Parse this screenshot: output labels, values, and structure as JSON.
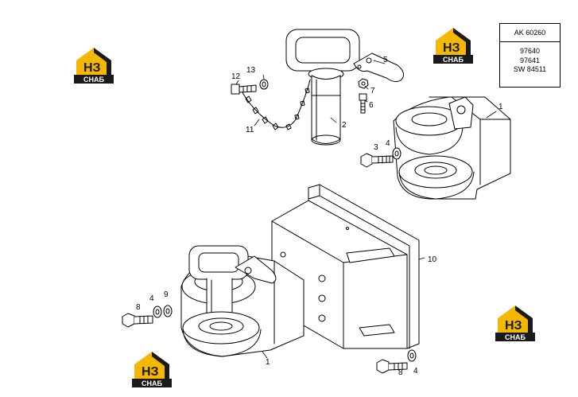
{
  "reference_box": {
    "header": "AK 60260",
    "codes": [
      "97640",
      "97641",
      "SW 84511"
    ]
  },
  "logo": {
    "top_letters": "НЗ",
    "bottom_text": "СНАБ",
    "accent_color": "#f5b800",
    "dark_color": "#1a1a1a"
  },
  "callouts": {
    "c1_top": "1",
    "c2": "2",
    "c3": "3",
    "c4_top": "4",
    "c5": "5",
    "c6": "6",
    "c7": "7",
    "c11": "11",
    "c12": "12",
    "c13": "13",
    "c10": "10",
    "c8_left": "8",
    "c4_left": "4",
    "c9": "9",
    "c1_bottom": "1",
    "c8_bottom": "8",
    "c4_bottom": "4"
  }
}
